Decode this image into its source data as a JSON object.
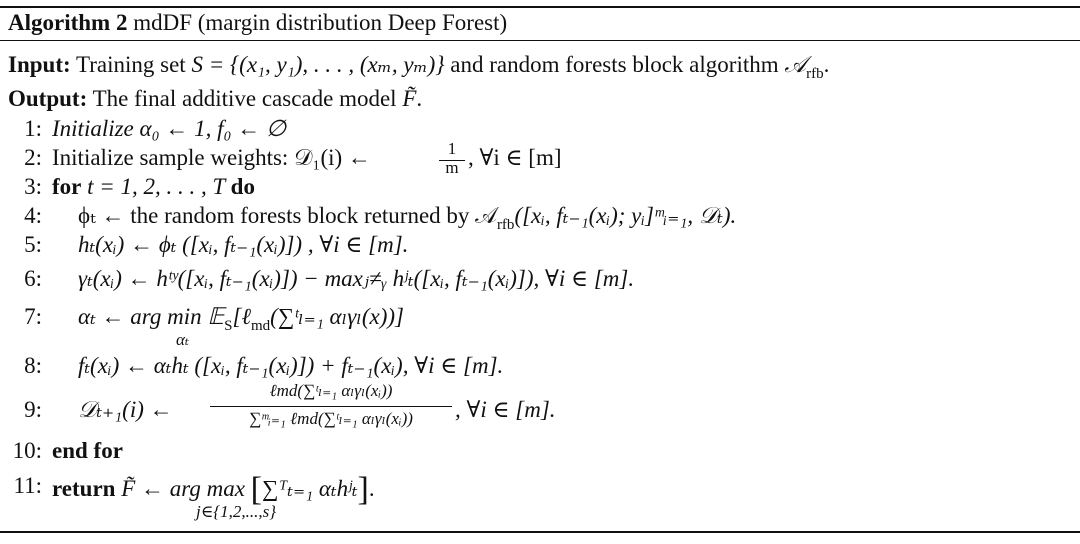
{
  "algorithm": {
    "label": "Algorithm 2",
    "title": "mdDF (margin distribution Deep Forest)"
  },
  "input": {
    "label": "Input:",
    "text_a": "Training set ",
    "math": "S = {(x₁, y₁), . . . , (xₘ, yₘ)}",
    "text_b": " and random forests block algorithm ",
    "algo_symbol": "𝒜",
    "algo_sub": "rfb",
    "end": "."
  },
  "output": {
    "label": "Output:",
    "text": "The final additive cascade model ",
    "model": "F̃",
    "end": "."
  },
  "lines": [
    {
      "num": "1:",
      "keyword": "",
      "text": "Initialize α₀ ← 1, f₀ ← ∅"
    },
    {
      "num": "2:",
      "keyword": "",
      "text": "Initialize sample weights: 𝒟₁(i) ← ",
      "frac_num": "1",
      "frac_den": "m",
      "tail": ", ∀i ∈ [m]"
    },
    {
      "num": "3:",
      "keyword": "for",
      "text": " t = 1, 2, . . . , T ",
      "keyword2": "do"
    },
    {
      "num": "4:",
      "keyword": "",
      "text": "ϕₜ ← the random forests block returned by 𝒜",
      "sub": "rfb",
      "tail": "([xᵢ, fₜ₋₁(xᵢ); yᵢ]ᵐᵢ₌₁, 𝒟ₜ)."
    },
    {
      "num": "5:",
      "keyword": "",
      "text": "hₜ(xᵢ) ← ϕₜ ([xᵢ, fₜ₋₁(xᵢ)]) , ∀i ∈ [m]."
    },
    {
      "num": "6:",
      "keyword": "",
      "text": "γₜ(xᵢ) ← hᵗʸ([xᵢ, fₜ₋₁(xᵢ)]) − maxⱼ≠ᵧ hʲₜ([xᵢ, fₜ₋₁(xᵢ)]), ∀i ∈ [m]."
    },
    {
      "num": "7:",
      "keyword": "",
      "text": "αₜ ← arg min 𝔼",
      "sub": "S",
      "tail": "[ℓ",
      "sub2": "md",
      "tail2": "(∑ᵗₗ₌₁ αₗγₗ(x))]",
      "under": "αₜ"
    },
    {
      "num": "8:",
      "keyword": "",
      "text": "fₜ(xᵢ) ← αₜhₜ ([xᵢ, fₜ₋₁(xᵢ)]) + fₜ₋₁(xᵢ), ∀i ∈ [m]."
    },
    {
      "num": "9:",
      "keyword": "",
      "text": "𝒟ₜ₊₁(i) ← ",
      "frac_num": "ℓmd(∑ᵗₗ₌₁ αₗγₗ(xᵢ))",
      "frac_den": "∑ᵐᵢ₌₁ ℓmd(∑ᵗₗ₌₁ αₗγₗ(xᵢ))",
      "tail": ", ∀i ∈ [m]."
    },
    {
      "num": "10:",
      "keyword": "end for",
      "text": ""
    },
    {
      "num": "11:",
      "keyword": "return",
      "text": " F̃ ← arg max ",
      "bracket_body": "∑ᵀₜ₌₁ αₜhʲₜ",
      "tail": ".",
      "under": "j∈{1,2,...,s}"
    }
  ]
}
